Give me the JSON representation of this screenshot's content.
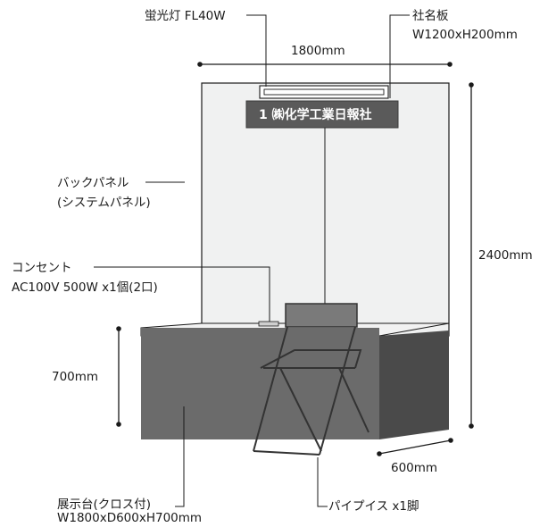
{
  "labels": {
    "lamp": "蛍光灯 FL40W",
    "nameplate_title": "社名板",
    "nameplate_size": "W1200xH200mm",
    "company_sign": "1  ㈱化学工業日報社",
    "width": "1800mm",
    "height": "2400mm",
    "back_panel_1": "バックパネル",
    "back_panel_2": "(システムパネル)",
    "outlet_1": "コンセント",
    "outlet_2": "AC100V 500W x1個(2口)",
    "table_height": "700mm",
    "depth": "600mm",
    "table_1": "展示台(クロス付)",
    "table_2": "W1800xD600xH700mm",
    "chair": "パイプイス x1脚"
  },
  "colors": {
    "panel_fill": "#f0f1f1",
    "panel_stroke": "#1a1a1a",
    "sign_fill": "#5a5a5a",
    "table_front": "#6b6b6b",
    "table_side": "#4a4a4a",
    "table_top": "#f2f2f2",
    "chair_frame": "#333333",
    "chair_back": "#7a7a7a"
  }
}
